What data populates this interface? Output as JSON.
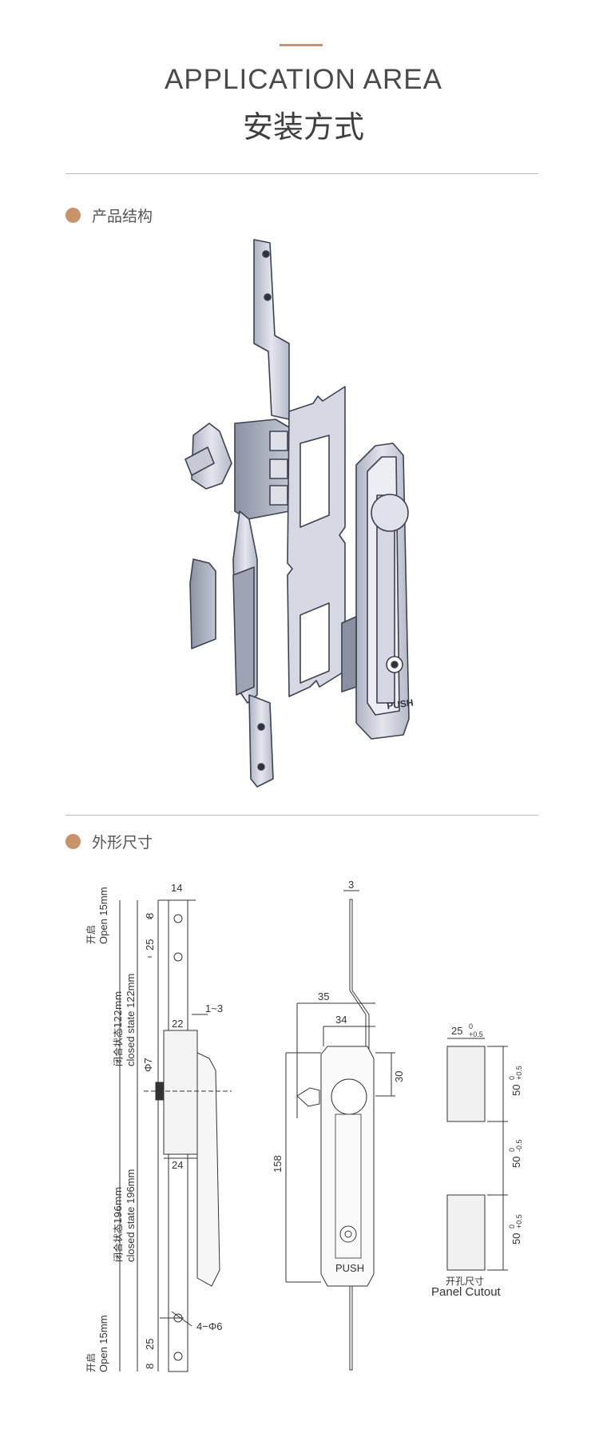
{
  "header": {
    "title_en": "APPLICATION AREA",
    "title_cn": "安装方式"
  },
  "sections": {
    "structure": {
      "label": "产品结构"
    },
    "dimensions": {
      "label": "外形尺寸"
    }
  },
  "product": {
    "push_label": "PUSH"
  },
  "drawing": {
    "open_label_cn": "开启",
    "open_label_en": "Open 15mm",
    "closed_top_cn": "闭合状态122mm",
    "closed_top_en": "closed state 122mm",
    "closed_bottom_cn": "闭合状态196mm",
    "closed_bottom_en": "closed state 196mm",
    "dim_14": "14",
    "dim_8": "8",
    "dim_25": "25",
    "dim_1_3": "1~3",
    "dim_22": "22",
    "dim_phi7": "Φ7",
    "dim_24": "24",
    "dim_4phi6": "4−Φ6",
    "dim_3": "3",
    "dim_35": "35",
    "dim_34": "34",
    "dim_30": "30",
    "dim_158": "158",
    "side_push_label": "PUSH",
    "cut_25": "25",
    "cut_50": "50",
    "tol_0": "0",
    "tol_plus": "+0.5",
    "tol_minus": "-0.5",
    "cutout_cn": "开孔尺寸",
    "cutout_en": "Panel Cutout"
  },
  "colors": {
    "accent": "#c8926a",
    "divider": "#bdbdbd",
    "metal": "#c9cdd8"
  }
}
